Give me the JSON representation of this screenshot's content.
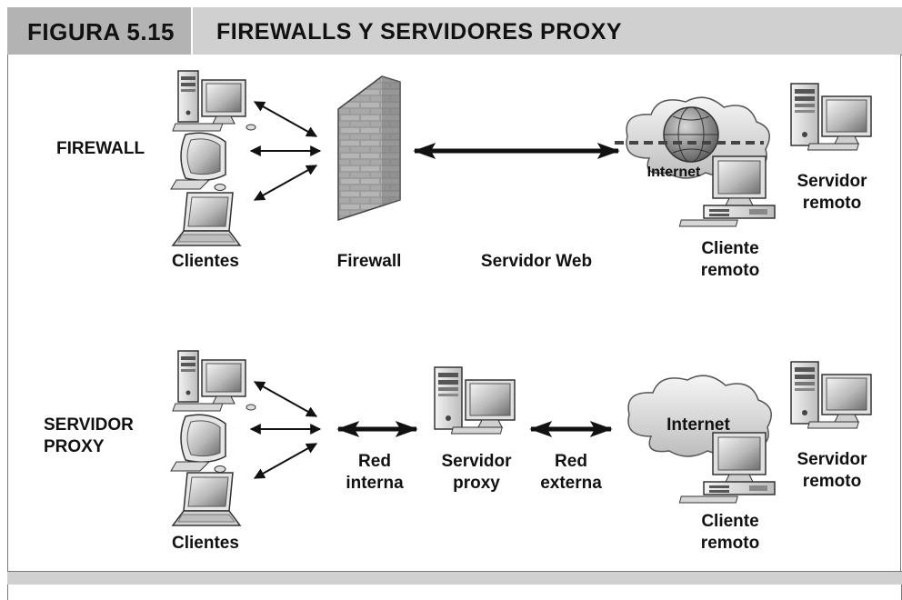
{
  "figure": {
    "number_label": "FIGURA 5.15",
    "title": "FIREWALLS Y SERVIDORES PROXY"
  },
  "firewall_section": {
    "section_label": "FIREWALL",
    "clients_label": "Clientes",
    "firewall_label": "Firewall",
    "web_server_label": "Servidor Web",
    "internet_label": "Internet",
    "remote_client_label_line1": "Cliente",
    "remote_client_label_line2": "remoto",
    "remote_server_label_line1": "Servidor",
    "remote_server_label_line2": "remoto"
  },
  "proxy_section": {
    "section_label_line1": "SERVIDOR",
    "section_label_line2": "PROXY",
    "clients_label": "Clientes",
    "internal_net_line1": "Red",
    "internal_net_line2": "interna",
    "proxy_server_line1": "Servidor",
    "proxy_server_line2": "proxy",
    "external_net_line1": "Red",
    "external_net_line2": "externa",
    "internet_label": "Internet",
    "remote_client_label_line1": "Cliente",
    "remote_client_label_line2": "remoto",
    "remote_server_label_line1": "Servidor",
    "remote_server_label_line2": "remoto"
  },
  "colors": {
    "header_band": "#d0d0d0",
    "tab": "#b3b3b3",
    "border": "#7a7a7a"
  },
  "icons": [
    "desktop-pc-icon",
    "imac-icon",
    "laptop-icon",
    "brick-wall-icon",
    "cloud-icon",
    "globe-icon",
    "workstation-icon",
    "tower-server-icon"
  ]
}
